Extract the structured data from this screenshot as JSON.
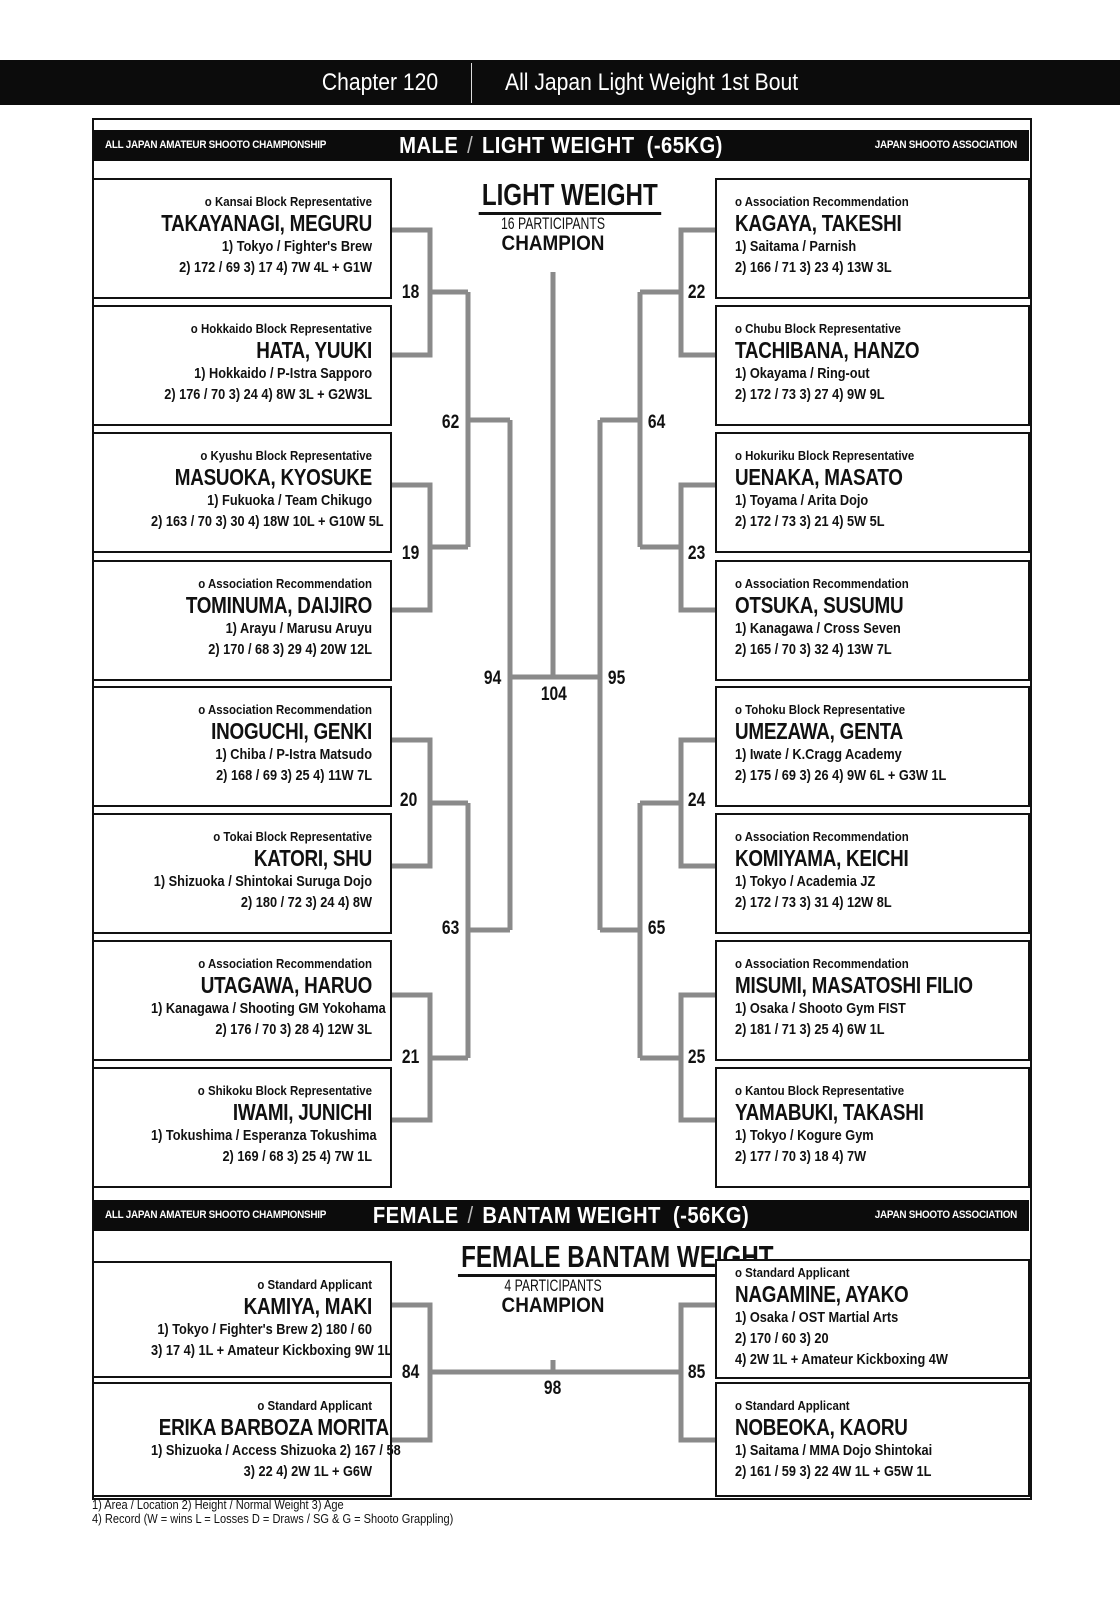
{
  "chapter": {
    "number": "Chapter 120",
    "title": "All Japan Light Weight 1st Bout"
  },
  "male": {
    "header": {
      "left": "ALL JAPAN AMATEUR SHOOTO CHAMPIONSHIP",
      "gender": "MALE",
      "division": "LIGHT WEIGHT",
      "limit": "(-65KG)",
      "right": "JAPAN SHOOTO ASSOCIATION"
    },
    "center": {
      "title": "LIGHT WEIGHT",
      "participants": "16 PARTICIPANTS",
      "champion": "CHAMPION"
    },
    "left": [
      {
        "category": "o Kansai Block Representative",
        "name": "TAKAYANAGI, MEGURU",
        "line1": "1) Tokyo / Fighter's Brew",
        "line2": "2) 172 / 69    3) 17    4) 7W 4L + G1W"
      },
      {
        "category": "o Hokkaido Block Representative",
        "name": "HATA, YUUKI",
        "line1": "1) Hokkaido / P-Istra Sapporo",
        "line2": "2) 176 / 70   3) 24   4) 8W 3L + G2W3L"
      },
      {
        "category": "o Kyushu Block Representative",
        "name": "MASUOKA, KYOSUKE",
        "line1": "1) Fukuoka / Team Chikugo",
        "line2": "2) 163 / 70   3) 30   4) 18W 10L + G10W 5L"
      },
      {
        "category": "o Association Recommendation",
        "name": "TOMINUMA, DAIJIRO",
        "line1": "1) Arayu / Marusu Aruyu",
        "line2": "2) 170 / 68    3) 29   4) 20W 12L"
      },
      {
        "category": "o Association Recommendation",
        "name": "INOGUCHI, GENKI",
        "line1": "1) Chiba / P-Istra Matsudo",
        "line2": "2) 168 / 69    3) 25   4) 11W 7L"
      },
      {
        "category": "o Tokai Block Representative",
        "name": "KATORI, SHU",
        "line1": "1) Shizuoka / Shintokai Suruga Dojo",
        "line2": "2) 180 / 72   3) 24   4) 8W"
      },
      {
        "category": "o Association Recommendation",
        "name": "UTAGAWA, HARUO",
        "line1": "1) Kanagawa / Shooting GM Yokohama",
        "line2": "2) 176 / 70    3) 28   4) 12W 3L"
      },
      {
        "category": "o Shikoku Block Representative",
        "name": "IWAMI, JUNICHI",
        "line1": "1) Tokushima / Esperanza Tokushima",
        "line2": "2) 169 / 68    3) 25   4) 7W 1L"
      }
    ],
    "right": [
      {
        "category": "o Association Recommendation",
        "name": "KAGAYA, TAKESHI",
        "line1": "1) Saitama / Parnish",
        "line2": "2) 166 / 71     3) 23       4) 13W 3L"
      },
      {
        "category": "o Chubu Block Representative",
        "name": "TACHIBANA, HANZO",
        "line1": "1) Okayama / Ring-out",
        "line2": "2) 172 / 73     3) 27       4) 9W 9L"
      },
      {
        "category": "o Hokuriku Block Representative",
        "name": "UENAKA, MASATO",
        "line1": "1) Toyama / Arita Dojo",
        "line2": "2) 172 / 73     3) 21       4) 5W 5L"
      },
      {
        "category": "o Association Recommendation",
        "name": "OTSUKA, SUSUMU",
        "line1": "1) Kanagawa / Cross Seven",
        "line2": "2) 165 / 70     3) 32       4) 13W 7L"
      },
      {
        "category": "o Tohoku Block Representative",
        "name": "UMEZAWA, GENTA",
        "line1": "1) Iwate / K.Cragg Academy",
        "line2": "2) 175 / 69   3) 26   4) 9W 6L + G3W 1L"
      },
      {
        "category": "o Association Recommendation",
        "name": "KOMIYAMA, KEICHI",
        "line1": "1) Tokyo / Academia JZ",
        "line2": "2) 172 / 73     3) 31       4) 12W 8L"
      },
      {
        "category": "o Association Recommendation",
        "name": "MISUMI, MASATOSHI FILIO",
        "line1": "1) Osaka / Shooto Gym FIST",
        "line2": "2) 181 / 71      3) 25       4) 6W 1L"
      },
      {
        "category": "o Kantou Block Representative",
        "name": "YAMABUKI, TAKASHI",
        "line1": "1) Tokyo / Kogure Gym",
        "line2": "2) 177 / 70     3) 18       4) 7W"
      }
    ],
    "matches": {
      "r1_left": [
        "18",
        "19",
        "20",
        "21"
      ],
      "r1_right": [
        "22",
        "23",
        "24",
        "25"
      ],
      "r2_left": [
        "62",
        "63"
      ],
      "r2_right": [
        "64",
        "65"
      ],
      "r3_left": "94",
      "r3_right": "95",
      "final": "104"
    }
  },
  "female": {
    "header": {
      "left": "ALL JAPAN AMATEUR SHOOTO CHAMPIONSHIP",
      "gender": "FEMALE",
      "division": "BANTAM WEIGHT",
      "limit": "(-56KG)",
      "right": "JAPAN SHOOTO ASSOCIATION"
    },
    "center": {
      "title": "FEMALE BANTAM WEIGHT",
      "participants": "4 PARTICIPANTS",
      "champion": "CHAMPION"
    },
    "left": [
      {
        "category": "o Standard Applicant",
        "name": "KAMIYA, MAKI",
        "line1": "1) Tokyo / Fighter's Brew   2) 180 / 60",
        "line2": "3) 17    4) 1L + Amateur Kickboxing 9W 1L"
      },
      {
        "category": "o Standard Applicant",
        "name": "ERIKA BARBOZA MORITA",
        "line1": "1) Shizuoka / Access Shizuoka  2) 167 / 58",
        "line2": "3) 22   4) 2W 1L + G6W"
      }
    ],
    "right": [
      {
        "category": "o Standard Applicant",
        "name": "NAGAMINE, AYAKO",
        "line1": "1) Osaka / OST Martial Arts",
        "line2": "2) 170 / 60    3) 20",
        "line3": "4) 2W 1L + Amateur Kickboxing 4W"
      },
      {
        "category": "o Standard Applicant",
        "name": "NOBEOKA, KAORU",
        "line1": "1) Saitama / MMA Dojo Shintokai",
        "line2": "2) 161 / 59  3) 22   4W 1L + G5W 1L"
      }
    ],
    "matches": {
      "r1_left": "84",
      "r1_right": "85",
      "final": "98"
    }
  },
  "legend": {
    "line1": "1) Area / Location    2) Height / Normal Weight    3) Age",
    "line2": "4) Record (W = wins L = Losses D = Draws / SG & G = Shooto Grappling)"
  },
  "colors": {
    "bar": "#0c0c0c",
    "bracket_line": "#8a8a8a",
    "text": "#111111"
  }
}
